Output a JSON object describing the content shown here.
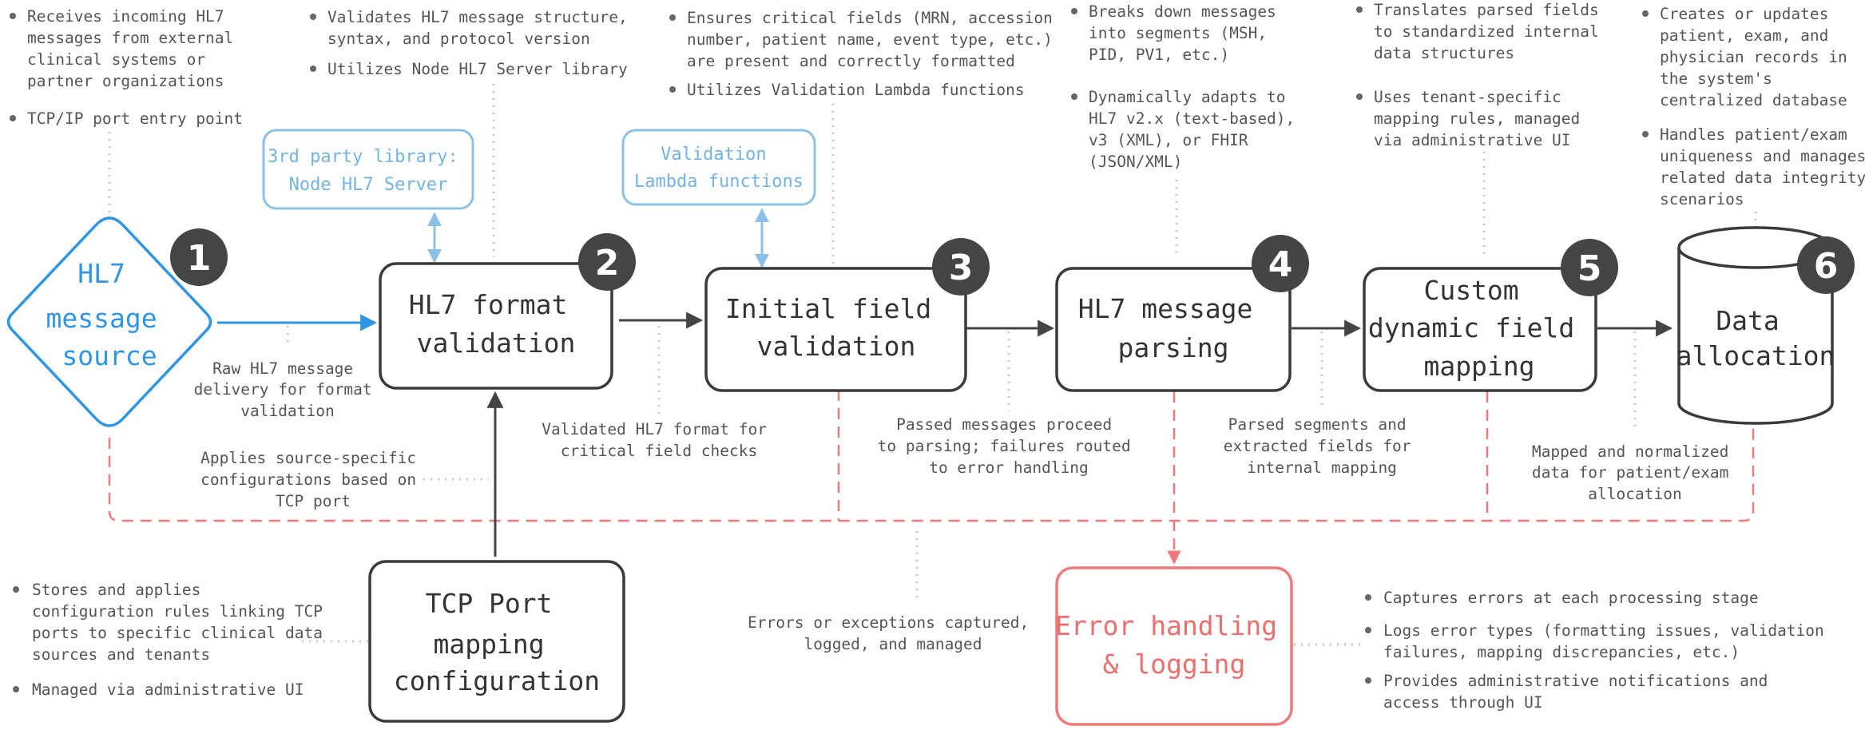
{
  "nodes": {
    "source": {
      "label": [
        "HL7",
        "message",
        "source"
      ],
      "badge": "1"
    },
    "format_validation": {
      "label": [
        "HL7 format",
        "validation"
      ],
      "badge": "2"
    },
    "field_validation": {
      "label": [
        "Initial field",
        "validation"
      ],
      "badge": "3"
    },
    "parsing": {
      "label": [
        "HL7 message",
        "parsing"
      ],
      "badge": "4"
    },
    "mapping": {
      "label": [
        "Custom",
        "dynamic field",
        "mapping"
      ],
      "badge": "5"
    },
    "allocation": {
      "label": [
        "Data",
        "allocation"
      ],
      "badge": "6"
    },
    "tcp_config": {
      "label": [
        "TCP Port",
        "mapping",
        "configuration"
      ]
    },
    "error_handling": {
      "label": [
        "Error handling",
        "& logging"
      ]
    }
  },
  "libraries": {
    "node_hl7": [
      "3rd party library:",
      "Node HL7 Server"
    ],
    "validation_lambda": [
      "Validation",
      "Lambda functions"
    ]
  },
  "notes": {
    "source": [
      [
        "Receives incoming HL7",
        "messages from external",
        "clinical systems or",
        "partner organizations"
      ],
      [
        "TCP/IP port entry point"
      ]
    ],
    "format_validation": [
      [
        "Validates HL7 message structure,",
        "syntax, and protocol version"
      ],
      [
        "Utilizes Node HL7 Server library"
      ]
    ],
    "field_validation": [
      [
        "Ensures critical fields (MRN, accession",
        "number, patient name, event type, etc.)",
        "are present and correctly formatted"
      ],
      [
        "Utilizes Validation Lambda functions"
      ]
    ],
    "parsing": [
      [
        "Breaks down messages",
        "into segments (MSH,",
        "PID, PV1, etc.)"
      ],
      [
        "Dynamically adapts to",
        "HL7 v2.x (text-based),",
        "v3 (XML), or FHIR",
        "(JSON/XML)"
      ]
    ],
    "mapping": [
      [
        "Translates parsed fields",
        "to standardized internal",
        "data structures"
      ],
      [
        "Uses tenant-specific",
        "mapping rules, managed",
        "via administrative UI"
      ]
    ],
    "allocation": [
      [
        "Creates or updates",
        "patient, exam, and",
        "physician records in",
        "the system's",
        "centralized database"
      ],
      [
        "Handles patient/exam",
        "uniqueness and manages",
        "related data integrity",
        "scenarios"
      ]
    ],
    "tcp_config": [
      [
        "Stores and applies",
        "configuration rules linking TCP",
        "ports to specific clinical data",
        "sources and tenants"
      ],
      [
        "Managed via administrative UI"
      ]
    ],
    "error_handling": [
      [
        "Captures errors at each processing stage"
      ],
      [
        "Logs error types (formatting issues, validation",
        "failures, mapping discrepancies, etc.)"
      ],
      [
        "Provides administrative notifications and",
        "access through UI"
      ]
    ]
  },
  "connectors": {
    "source_to_format": [
      "Raw HL7 message",
      "delivery for format",
      "validation"
    ],
    "format_to_field": [
      "Validated HL7 format for",
      "critical field checks"
    ],
    "field_to_parsing": [
      "Passed messages proceed",
      "to parsing; failures routed",
      "to error handling"
    ],
    "parsing_to_mapping": [
      "Parsed segments and",
      "extracted fields for",
      "internal mapping"
    ],
    "mapping_to_allocation": [
      "Mapped and normalized",
      "data for patient/exam",
      "allocation"
    ],
    "tcp_to_format": [
      "Applies source-specific",
      "configurations based on",
      "TCP port"
    ],
    "errors": [
      "Errors or exceptions captured,",
      "logged, and managed"
    ]
  },
  "colors": {
    "dark": "#333333",
    "blue": "#2f96e6",
    "light_blue": "#8cc0e6",
    "red": "#f07a7a",
    "badge": "#454545",
    "dotted": "#c8c8c8"
  }
}
